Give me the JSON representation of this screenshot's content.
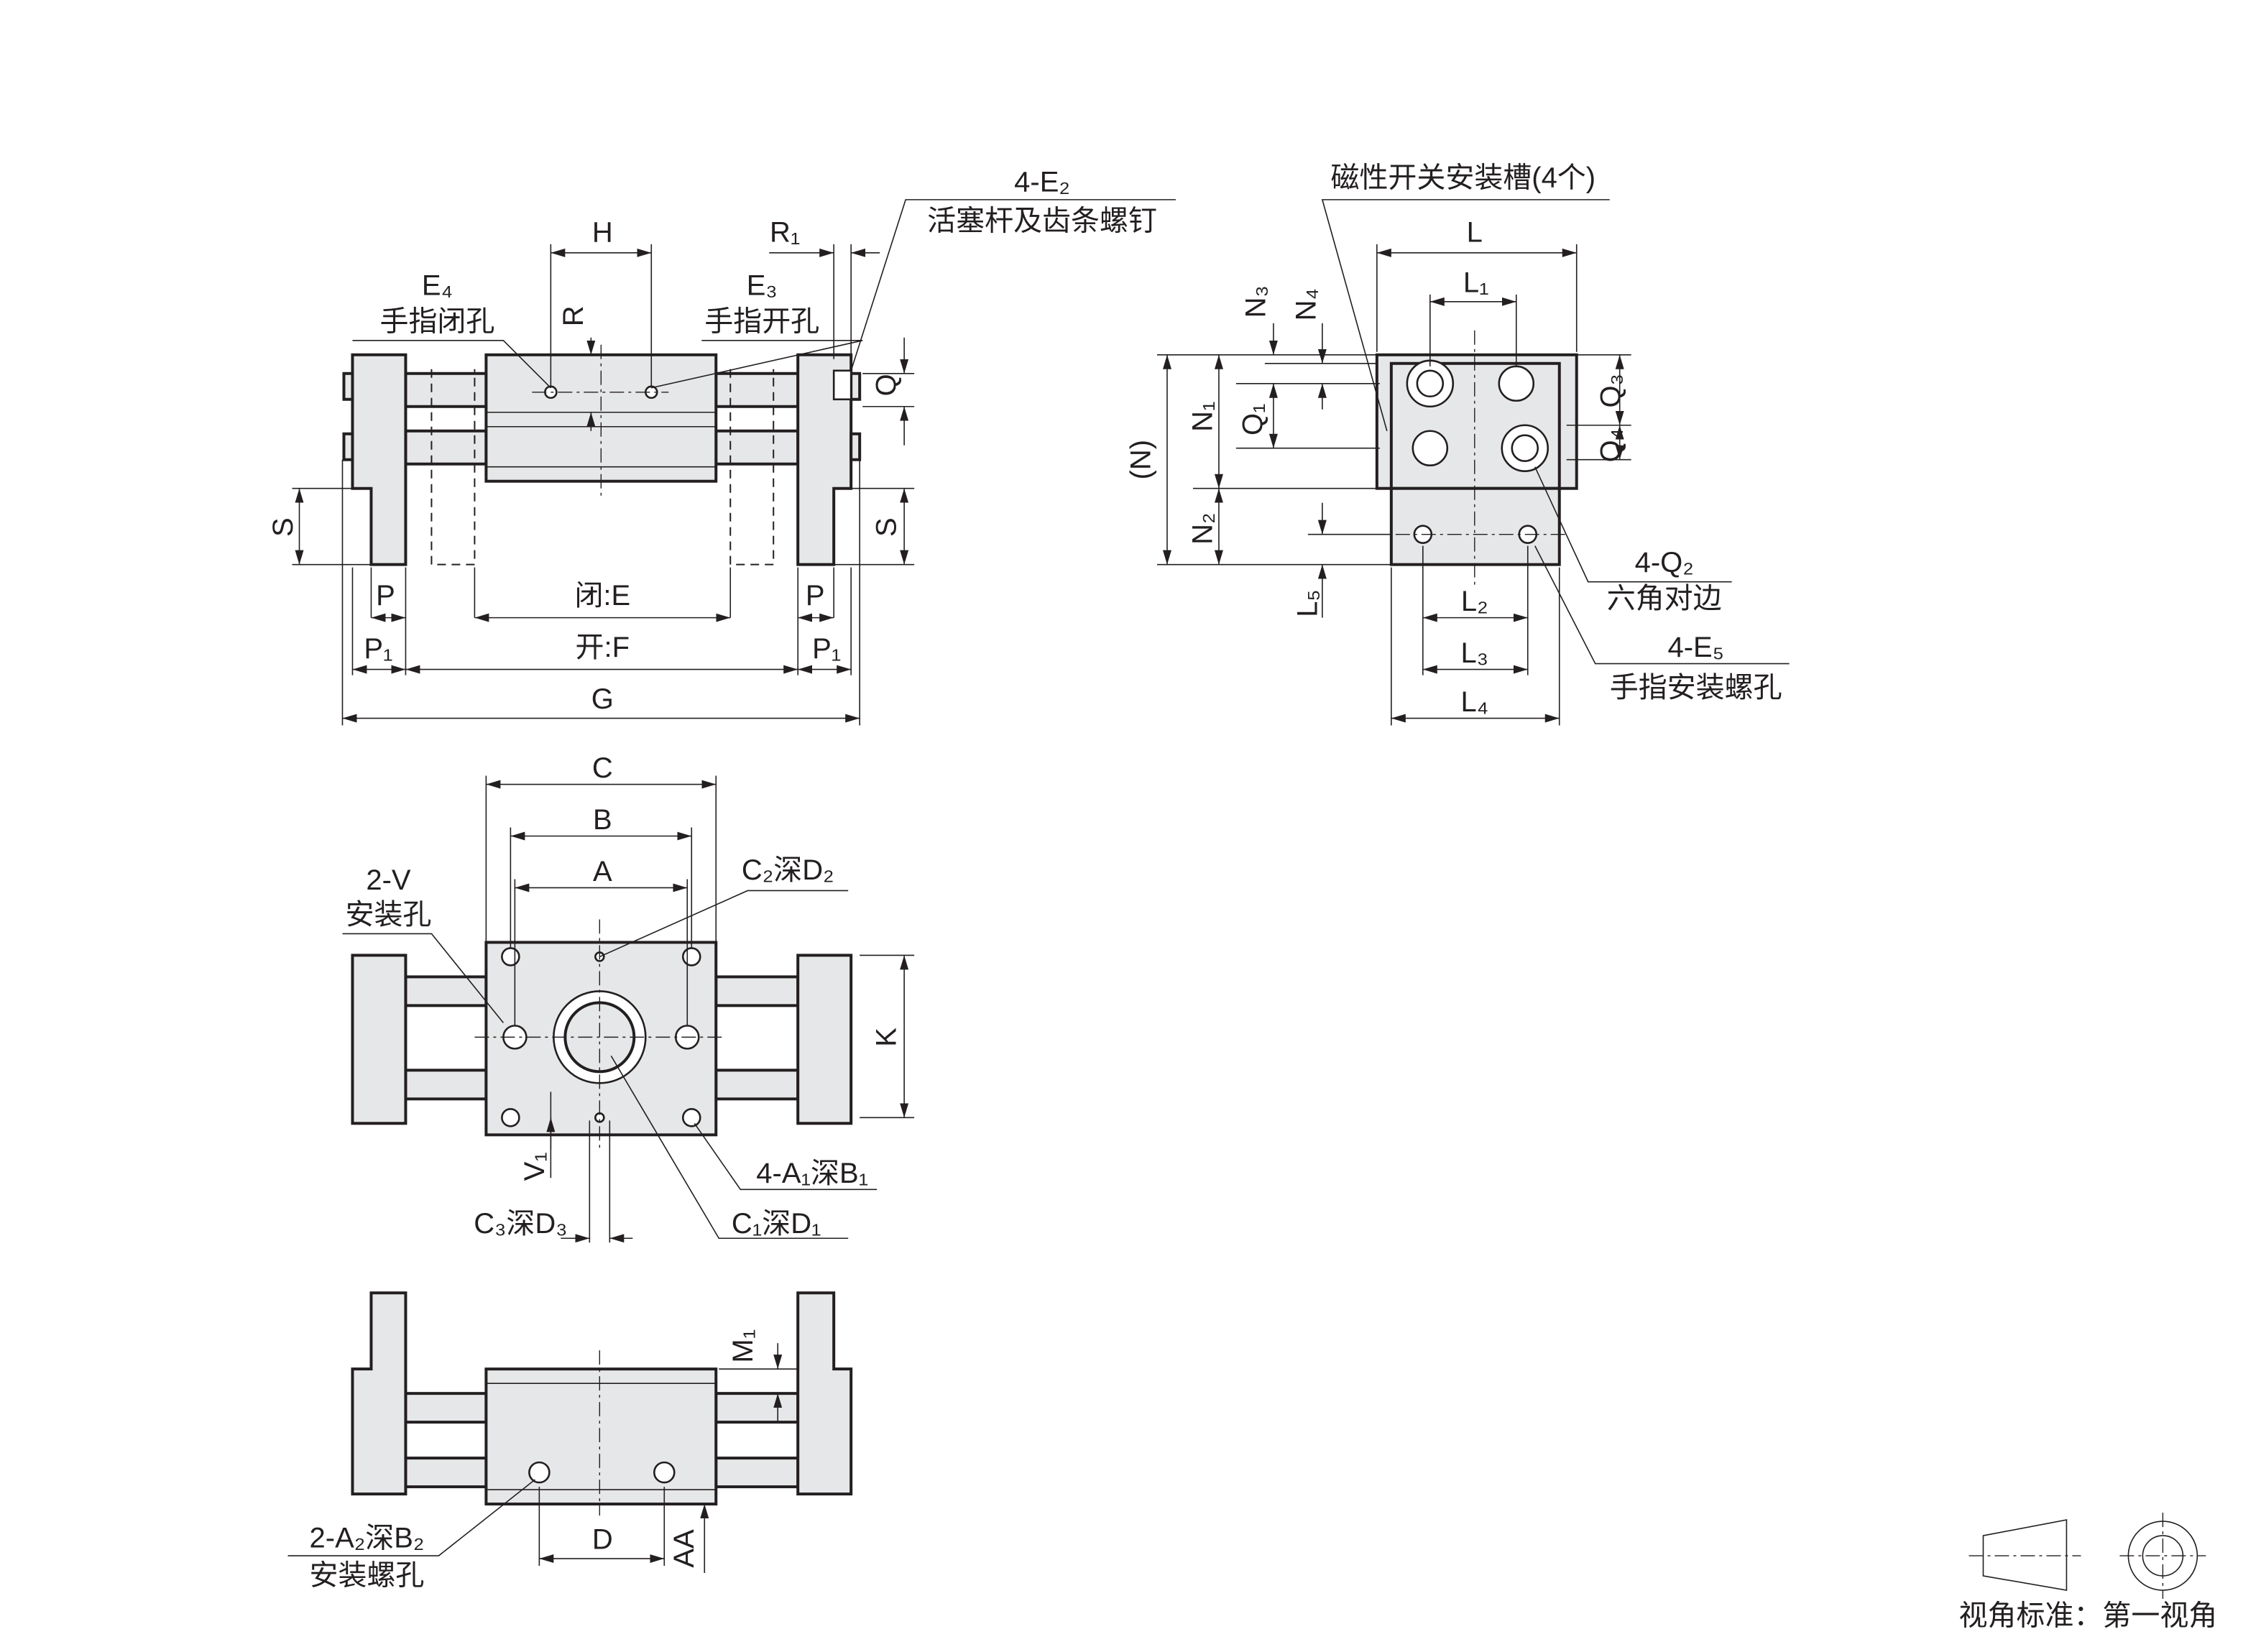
{
  "front_view": {
    "piston_screw_code": "4-E₂",
    "piston_screw_label": "活塞杆及齿条螺钉",
    "H": "H",
    "R1": "R₁",
    "R": "R",
    "Q": "Q",
    "close_port_code": "E₄",
    "close_port_label": "手指闭孔",
    "open_port_code": "E₃",
    "open_port_label": "手指开孔",
    "S_left": "S",
    "S_right": "S",
    "P_left": "P",
    "P_right": "P",
    "close_E": "闭:E",
    "P1_left": "P₁",
    "P1_right": "P₁",
    "open_F": "开:F",
    "G": "G"
  },
  "side_view": {
    "slot_label": "磁性开关安装槽(4个)",
    "L": "L",
    "L1": "L₁",
    "N3": "N₃",
    "N4": "N₄",
    "Q1": "Q₁",
    "N1": "N₁",
    "N": "(N)",
    "N2": "N₂",
    "Q3": "Q₃",
    "Q4": "Q₄",
    "hex_code": "4-Q₂",
    "hex_label": "六角对边",
    "finger_screw_code": "4-E₅",
    "finger_screw_label": "手指安装螺孔",
    "L5": "L₅",
    "L2": "L₂",
    "L3": "L₃",
    "L4": "L₄"
  },
  "top_view": {
    "C": "C",
    "B": "B",
    "A": "A",
    "C2D2": "C₂深D₂",
    "mount_code": "2-V",
    "mount_label": "安装孔",
    "K": "K",
    "V1": "V₁",
    "A1B1": "4-A₁深B₁",
    "C3D3": "C₃深D₃",
    "C1D1": "C₁深D₁"
  },
  "bottom_view": {
    "M1": "M₁",
    "A2B2": "2-A₂深B₂",
    "mount_screw_label": "安装螺孔",
    "D": "D",
    "AA": "AA"
  },
  "projection_note": "视角标准：第一视角"
}
